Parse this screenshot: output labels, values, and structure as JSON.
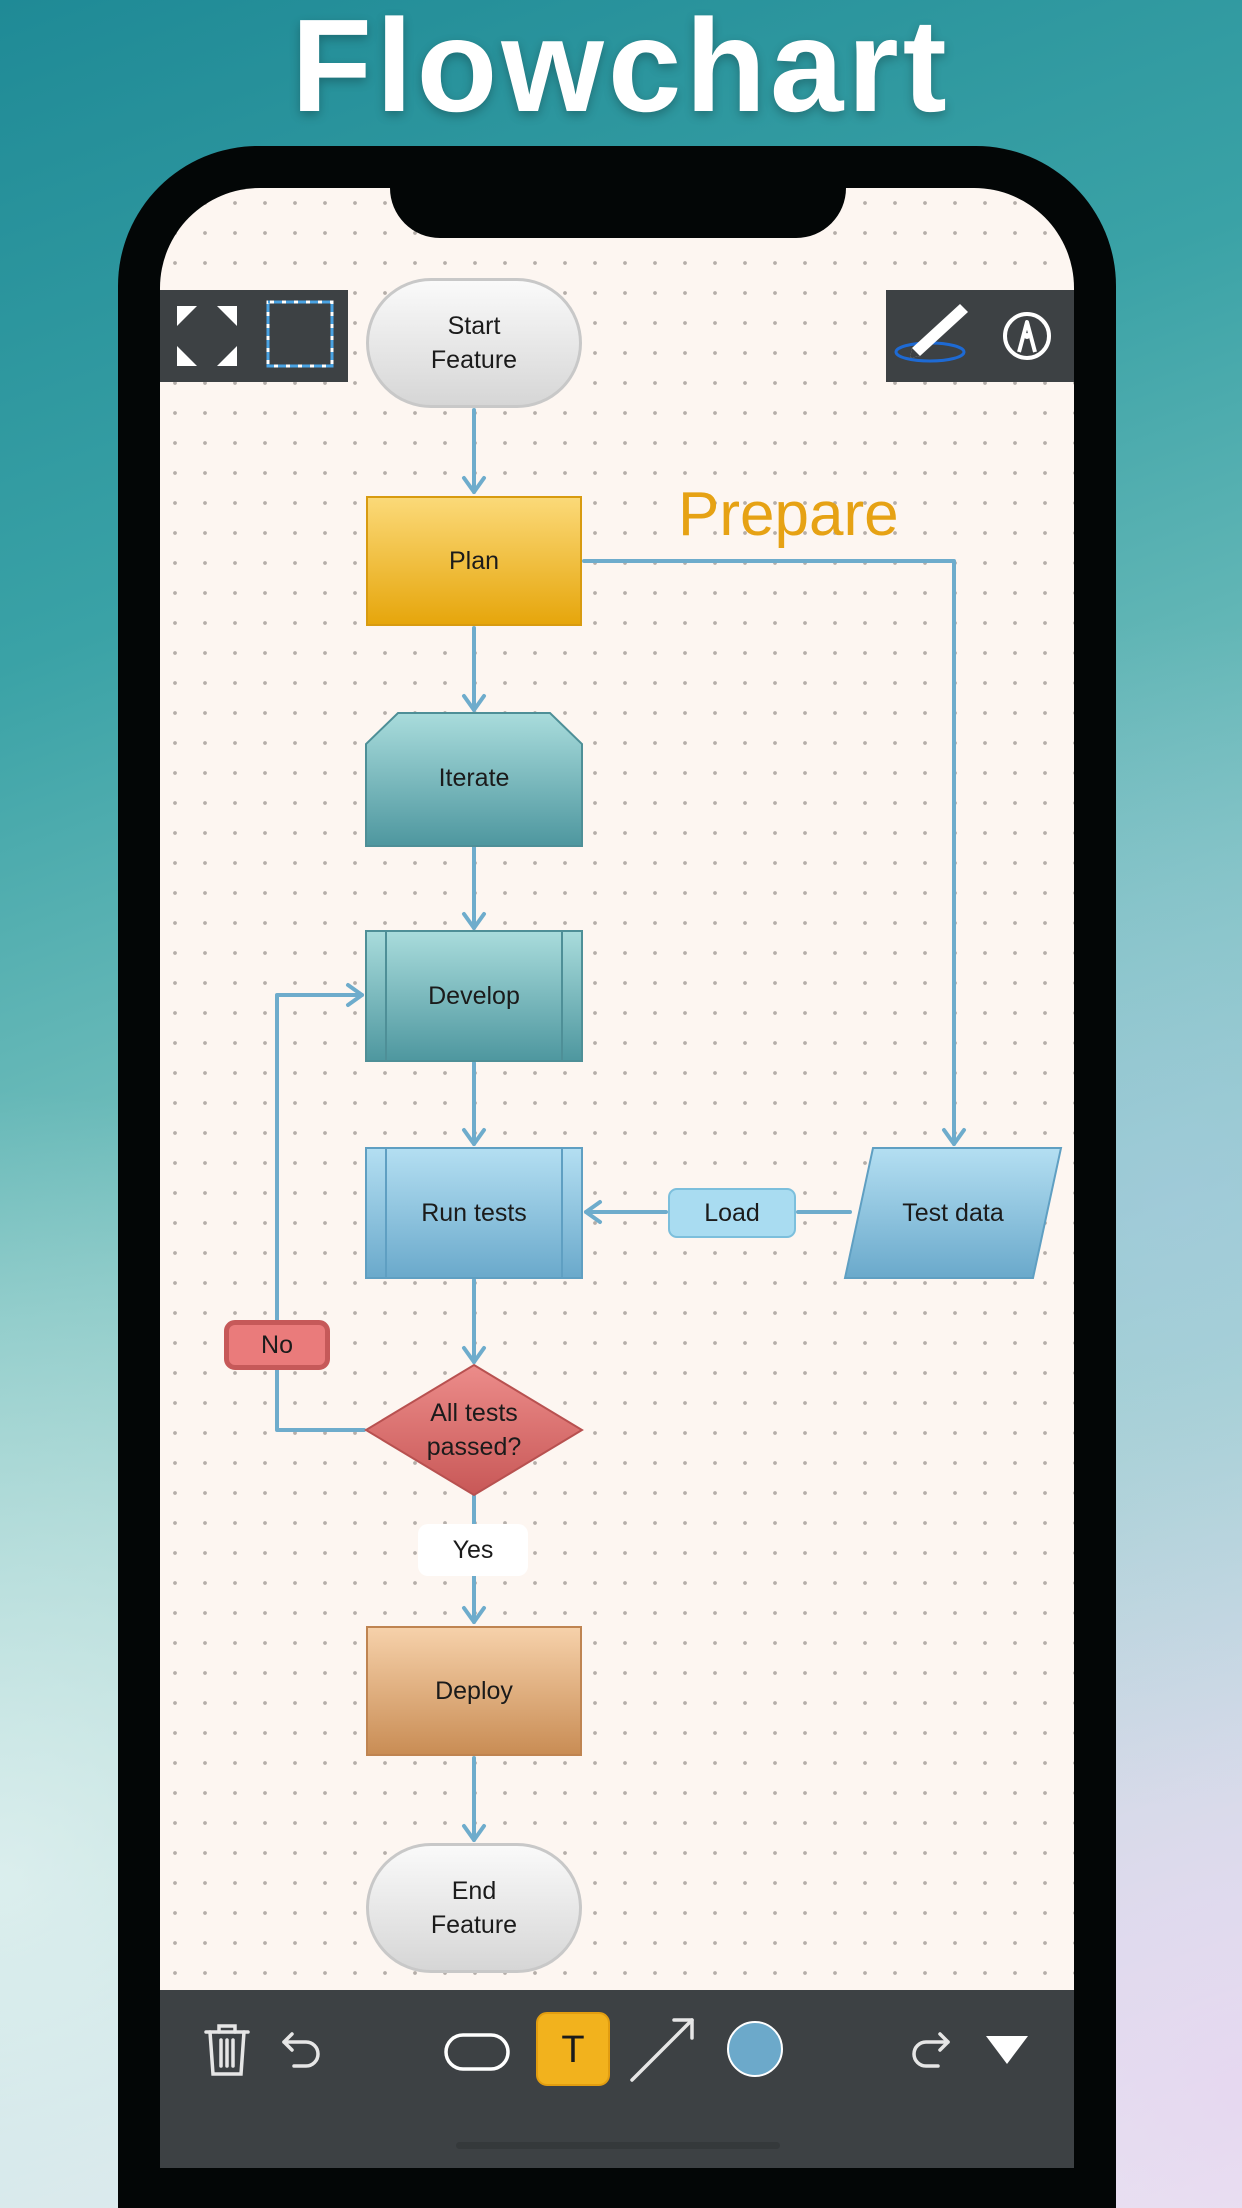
{
  "app": {
    "headline": "Flowchart"
  },
  "canvas": {
    "prepare_label": "Prepare",
    "nodes": {
      "start": {
        "line1": "Start",
        "line2": "Feature"
      },
      "plan": "Plan",
      "iterate": "Iterate",
      "develop": "Develop",
      "run_tests": "Run tests",
      "test_data": "Test data",
      "decision": {
        "line1": "All tests",
        "line2": "passed?"
      },
      "deploy": "Deploy",
      "end": {
        "line1": "End",
        "line2": "Feature"
      }
    },
    "edge_labels": {
      "load": "Load",
      "no": "No",
      "yes": "Yes"
    }
  },
  "toolbar_top_left": {
    "items": [
      "fullscreen-icon",
      "selection-icon"
    ]
  },
  "toolbar_top_right": {
    "items": [
      "pencil-draw-icon",
      "pen-tool-icon"
    ]
  },
  "toolbar_bottom": {
    "items": [
      "trash-icon",
      "undo-icon",
      "shape-rounded-rect-icon",
      "text-tool-icon",
      "arrow-tool-icon",
      "color-swatch",
      "redo-icon",
      "dropdown-triangle-icon"
    ],
    "text_tool_label": "T",
    "active_tool": "text",
    "color_swatch": "#6ca9ca"
  },
  "colors": {
    "connector": "#6eaccc",
    "prepare": "#e6a214",
    "plan": "#f0b92c",
    "teal_node": "#5da5ad",
    "blue_node": "#7db9d8",
    "decision": "#d8706e",
    "deploy": "#d9a06c",
    "toolbar_bg": "#3d4144"
  }
}
